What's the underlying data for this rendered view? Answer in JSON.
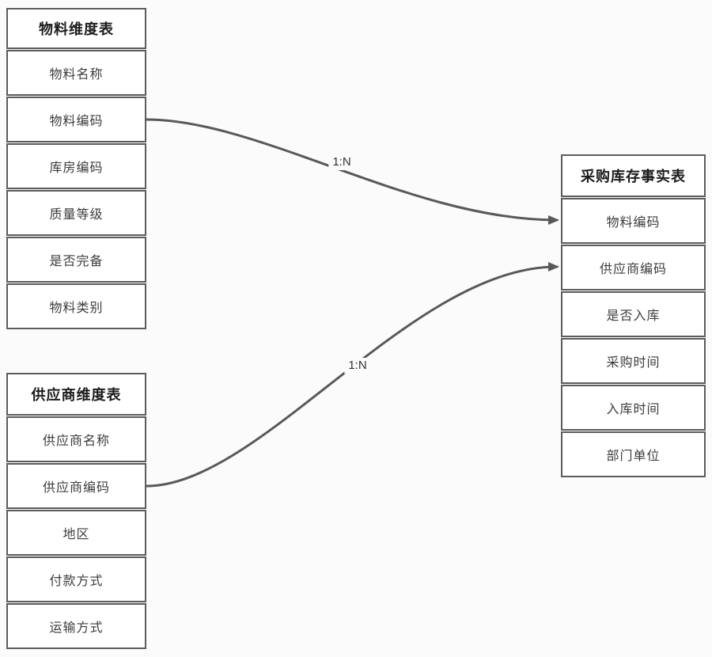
{
  "diagram": {
    "tables": {
      "material_dim": {
        "title": "物料维度表",
        "rows": [
          "物料名称",
          "物料编码",
          "库房编码",
          "质量等级",
          "是否完备",
          "物料类别"
        ]
      },
      "supplier_dim": {
        "title": "供应商维度表",
        "rows": [
          "供应商名称",
          "供应商编码",
          "地区",
          "付款方式",
          "运输方式"
        ]
      },
      "purchase_fact": {
        "title": "采购库存事实表",
        "rows": [
          "物料编码",
          "供应商编码",
          "是否入库",
          "采购时间",
          "入库时间",
          "部门单位"
        ]
      }
    },
    "relations": [
      {
        "label": "1:N",
        "from_table": "物料维度表",
        "from_field": "物料编码",
        "to_table": "采购库存事实表",
        "to_field": "物料编码"
      },
      {
        "label": "1:N",
        "from_table": "供应商维度表",
        "from_field": "供应商编码",
        "to_table": "采购库存事实表",
        "to_field": "供应商编码"
      }
    ],
    "colors": {
      "page_bg": "#fbfbfb",
      "cell_bg": "#ffffff",
      "border": "#5c5c5c",
      "connector": "#595959",
      "text": "#3c3c3c",
      "header_text": "#1c1c1c"
    }
  }
}
